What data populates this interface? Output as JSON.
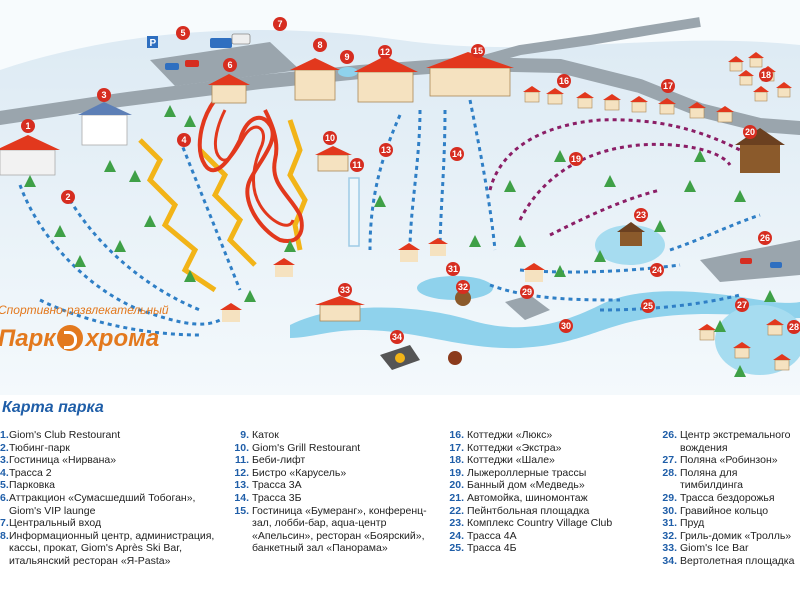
{
  "brand": {
    "subtitle": "Спортивно-развлекательный",
    "name_left": "Парк",
    "name_right": "хрома"
  },
  "legend": {
    "title": "Карта парка",
    "items": [
      {
        "n": "1.",
        "t": "Giom's Club Restourant"
      },
      {
        "n": "2.",
        "t": "Тюбинг-парк"
      },
      {
        "n": "3.",
        "t": "Гостиница «Нирвана»"
      },
      {
        "n": "4.",
        "t": "Трасса 2"
      },
      {
        "n": "5.",
        "t": "Парковка"
      },
      {
        "n": "6.",
        "t": "Аттракцион «Сумасшедший Тобоган», Giom's VIP launge"
      },
      {
        "n": "7.",
        "t": "Центральный вход"
      },
      {
        "n": "8.",
        "t": "Информационный центр, администрация, кассы, прокат, Giom's Après Ski Bar, итальянский ресторан «Я-Pasta»"
      },
      {
        "n": "9.",
        "t": "Каток"
      },
      {
        "n": "10.",
        "t": "Giom's Grill Restourant"
      },
      {
        "n": "11.",
        "t": "Беби-лифт"
      },
      {
        "n": "12.",
        "t": "Бистро «Карусель»"
      },
      {
        "n": "13.",
        "t": "Трасса 3А"
      },
      {
        "n": "14.",
        "t": "Трасса 3Б"
      },
      {
        "n": "15.",
        "t": "Гостиница «Бумеранг», конференц-зал, лобби-бар, aqua-центр «Апельсин», ресторан «Боярский», банкетный зал «Панорама»"
      },
      {
        "n": "16.",
        "t": "Коттеджи «Люкс»"
      },
      {
        "n": "17.",
        "t": "Коттеджи «Экстра»"
      },
      {
        "n": "18.",
        "t": "Коттеджи «Шале»"
      },
      {
        "n": "19.",
        "t": "Лыжероллерные трассы"
      },
      {
        "n": "20.",
        "t": "Банный дом «Медведь»"
      },
      {
        "n": "21.",
        "t": "Автомойка, шиномонтаж"
      },
      {
        "n": "22.",
        "t": "Пейнтбольная площадка"
      },
      {
        "n": "23.",
        "t": "Комплекс Country Village Club"
      },
      {
        "n": "24.",
        "t": "Трасса 4А"
      },
      {
        "n": "25.",
        "t": "Трасса 4Б"
      },
      {
        "n": "26.",
        "t": "Центр экстремального вождения"
      },
      {
        "n": "27.",
        "t": "Поляна «Робинзон»"
      },
      {
        "n": "28.",
        "t": "Поляна для тимбилдинга"
      },
      {
        "n": "29.",
        "t": "Трасса бездорожья"
      },
      {
        "n": "30.",
        "t": "Гравийное кольцо"
      },
      {
        "n": "31.",
        "t": "Пруд"
      },
      {
        "n": "32.",
        "t": "Гриль-домик «Тролль»"
      },
      {
        "n": "33.",
        "t": "Giom's Ice Bar"
      },
      {
        "n": "34.",
        "t": "Вертолетная площадка"
      }
    ]
  },
  "markers": [
    {
      "id": "1",
      "label": "1"
    },
    {
      "id": "2",
      "label": "2"
    },
    {
      "id": "3",
      "label": "3"
    },
    {
      "id": "4",
      "label": "4"
    },
    {
      "id": "5",
      "label": "5"
    },
    {
      "id": "6",
      "label": "6"
    },
    {
      "id": "7",
      "label": "7"
    },
    {
      "id": "8",
      "label": "8"
    },
    {
      "id": "9",
      "label": "9"
    },
    {
      "id": "10",
      "label": "10"
    },
    {
      "id": "11",
      "label": "11"
    },
    {
      "id": "12",
      "label": "12"
    },
    {
      "id": "13",
      "label": "13"
    },
    {
      "id": "14",
      "label": "14"
    },
    {
      "id": "15",
      "label": "15"
    },
    {
      "id": "16",
      "label": "16"
    },
    {
      "id": "17",
      "label": "17"
    },
    {
      "id": "18",
      "label": "18"
    },
    {
      "id": "19",
      "label": "19"
    },
    {
      "id": "20",
      "label": "20"
    },
    {
      "id": "23",
      "label": "23"
    },
    {
      "id": "24",
      "label": "24"
    },
    {
      "id": "25",
      "label": "25"
    },
    {
      "id": "26",
      "label": "26"
    },
    {
      "id": "27",
      "label": "27"
    },
    {
      "id": "28",
      "label": "28"
    },
    {
      "id": "29",
      "label": "29"
    },
    {
      "id": "30",
      "label": "30"
    },
    {
      "id": "31",
      "label": "31"
    },
    {
      "id": "32",
      "label": "32"
    },
    {
      "id": "33",
      "label": "33"
    },
    {
      "id": "34",
      "label": "34"
    }
  ],
  "colors": {
    "marker": "#d62d20",
    "legend_number": "#1f5ea8",
    "brand": "#e3791e",
    "snow": "#e9f3fa",
    "road": "#9aa5ad",
    "water": "#8fd2ec",
    "trail_blue": "#2f7fc6",
    "trail_purple": "#8b1e66",
    "slope_orange": "#f2b418",
    "toboggan": "#e2381d"
  },
  "icons": {
    "parking": "P"
  }
}
